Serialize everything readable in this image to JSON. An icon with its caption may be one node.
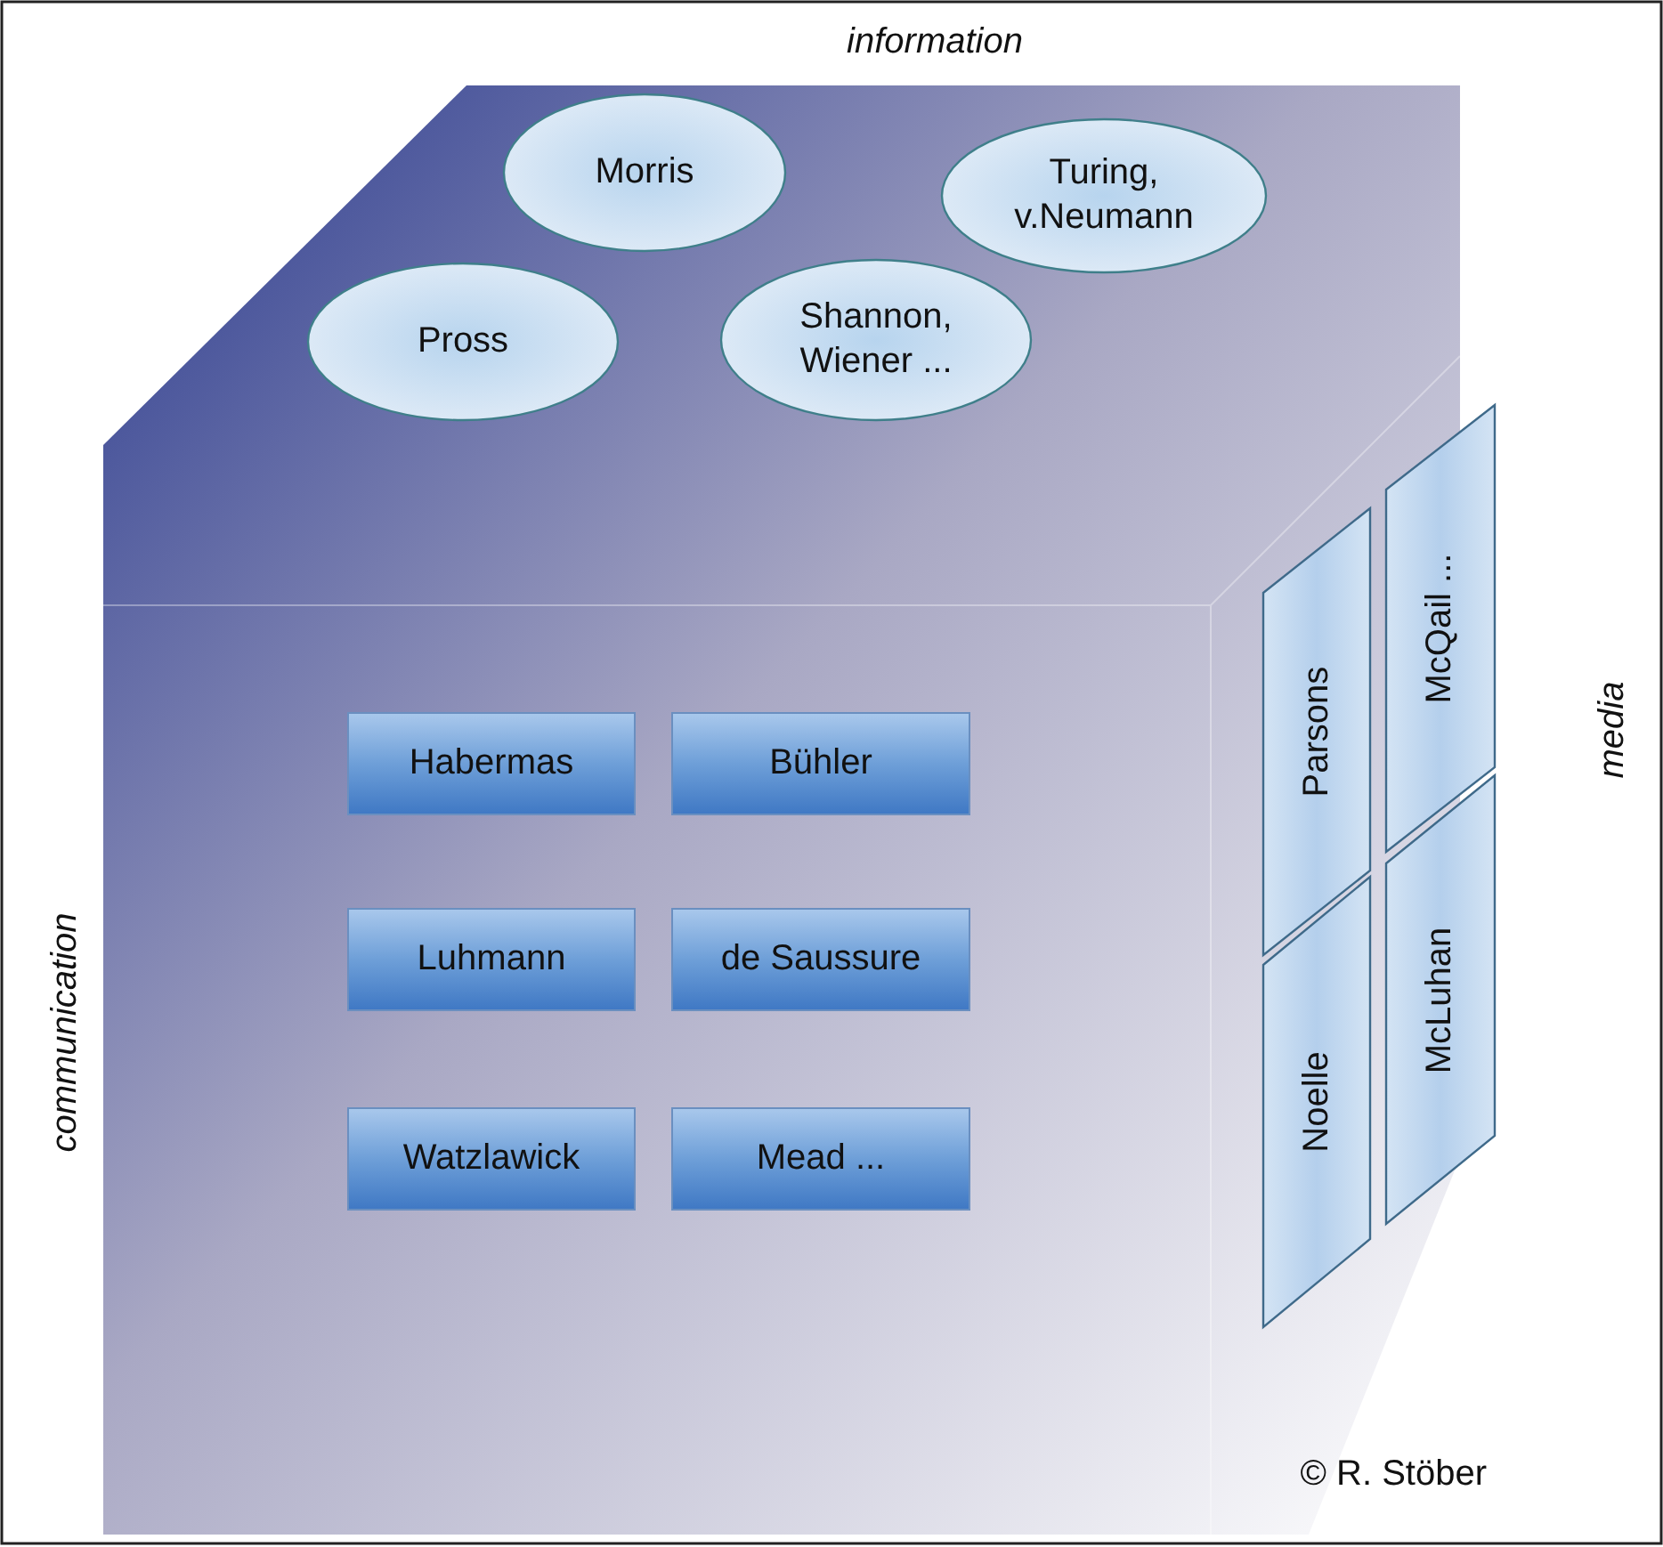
{
  "diagram": {
    "nodes": [
      {
        "text": [
          "Morris"
        ]
      },
      {
        "text": [
          "Turing, v.Neumann"
        ]
      },
      {
        "text": [
          "Pross"
        ]
      },
      {
        "text": [
          "Shannon, Wiener ..."
        ]
      },
      {
        "text": [
          "Habermas"
        ]
      },
      {
        "text": [
          "Bühler"
        ]
      },
      {
        "text": [
          "Luhmann"
        ]
      },
      {
        "text": [
          "de Saussure"
        ]
      },
      {
        "text": [
          "Watzlawick"
        ]
      },
      {
        "text": [
          "Mead ..."
        ]
      },
      {
        "text": [
          "Parsons"
        ]
      },
      {
        "text": [
          "McQail ..."
        ]
      },
      {
        "text": [
          "Noelle"
        ]
      },
      {
        "text": [
          "McLuhan"
        ]
      }
    ],
    "labels": [
      "information",
      "communication",
      "media",
      "© R. Stöber"
    ]
  }
}
